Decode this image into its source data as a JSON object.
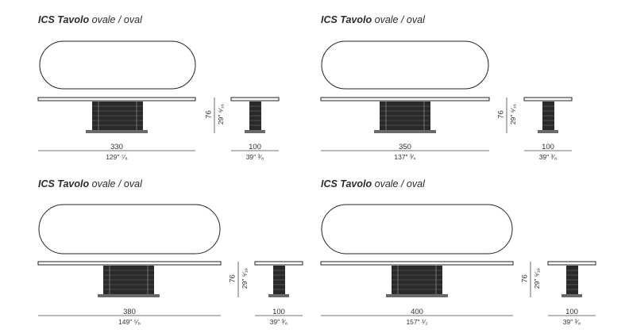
{
  "tables": [
    {
      "title_bold": "ICS Tavolo",
      "title_rest": " ovale / oval",
      "length_cm": "330",
      "length_in": "129″ ⁷⁄₈",
      "height_cm": "76",
      "height_in": "29″ ⁹⁄₁₆",
      "width_cm": "100",
      "width_in": "39″ ³⁄₈"
    },
    {
      "title_bold": "ICS Tavolo",
      "title_rest": " ovale / oval",
      "length_cm": "350",
      "length_in": "137″ ³⁄₄",
      "height_cm": "76",
      "height_in": "29″ ⁹⁄₁₆",
      "width_cm": "100",
      "width_in": "39″ ³⁄₈"
    },
    {
      "title_bold": "ICS Tavolo",
      "title_rest": " ovale / oval",
      "length_cm": "380",
      "length_in": "149″ ⁵⁄₈",
      "height_cm": "76",
      "height_in": "29″ ⁹⁄₁₆",
      "width_cm": "100",
      "width_in": "39″ ³⁄₈"
    },
    {
      "title_bold": "ICS Tavolo",
      "title_rest": " ovale / oval",
      "length_cm": "400",
      "length_in": "157″ ¹⁄₂",
      "height_cm": "76",
      "height_in": "29″ ⁹⁄₁₆",
      "width_cm": "100",
      "width_in": "39″ ³⁄₈"
    }
  ]
}
